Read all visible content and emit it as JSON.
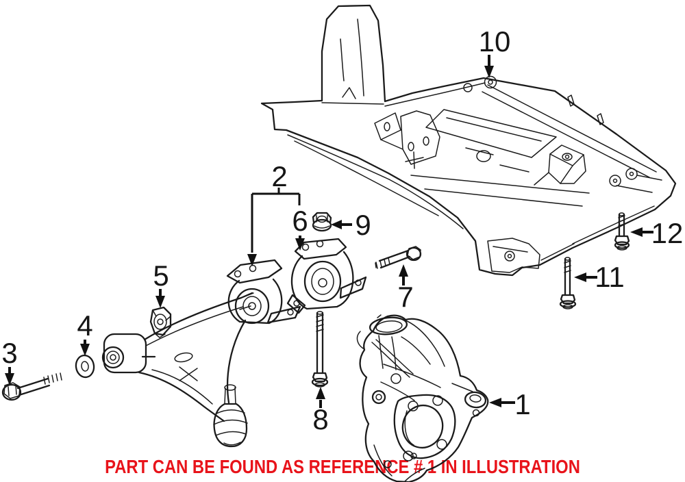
{
  "illustration": {
    "ink_color": "#1b1b1b",
    "background_color": "#ffffff"
  },
  "callouts": [
    {
      "label": "1"
    },
    {
      "label": "2"
    },
    {
      "label": "3"
    },
    {
      "label": "4"
    },
    {
      "label": "5"
    },
    {
      "label": "6"
    },
    {
      "label": "7"
    },
    {
      "label": "8"
    },
    {
      "label": "9"
    },
    {
      "label": "10"
    },
    {
      "label": "11"
    },
    {
      "label": "12"
    }
  ],
  "notice": {
    "text": "PART CAN BE FOUND AS REFERENCE # 1 IN ILLUSTRATION",
    "color": "#e8131a"
  }
}
